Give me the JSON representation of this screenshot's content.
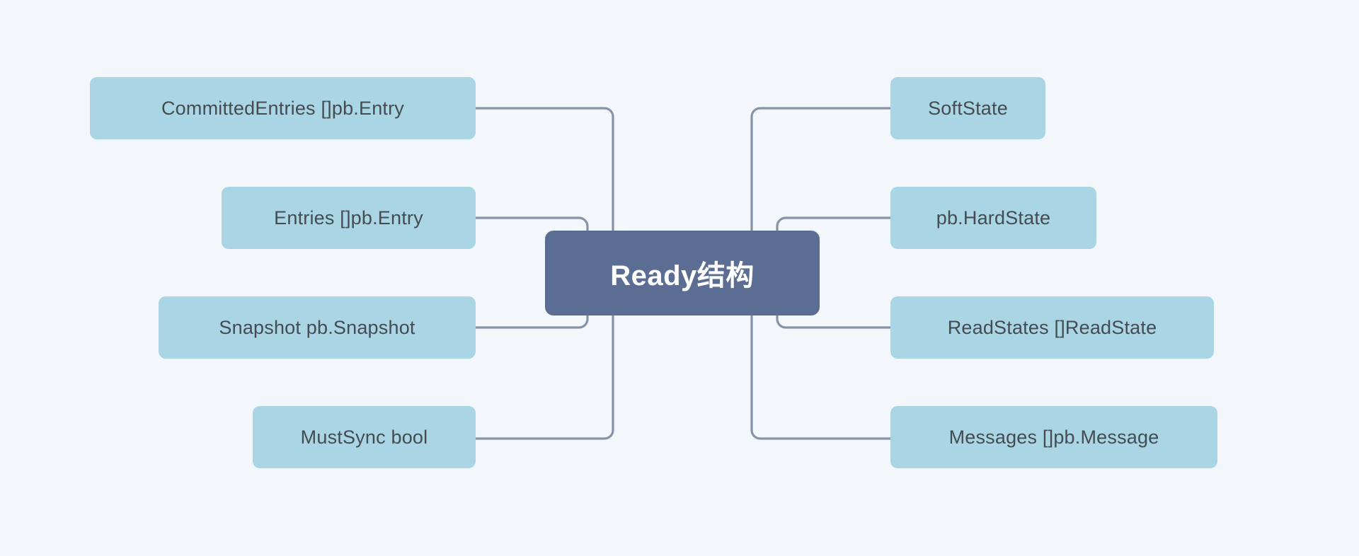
{
  "diagram": {
    "title": "Ready结构",
    "background_color": "#f3f7fc",
    "center": {
      "label": "Ready结构",
      "fill": "#5c6d93",
      "text_color": "#ffffff"
    },
    "leaf_fill": "#a9d5e4",
    "leaf_text_color": "#444c52",
    "connector_color": "#8793a6",
    "left_branches": [
      {
        "label": "CommittedEntries []pb.Entry"
      },
      {
        "label": "Entries []pb.Entry"
      },
      {
        "label": "Snapshot pb.Snapshot"
      },
      {
        "label": "MustSync bool"
      }
    ],
    "right_branches": [
      {
        "label": "SoftState"
      },
      {
        "label": "pb.HardState"
      },
      {
        "label": "ReadStates []ReadState"
      },
      {
        "label": "Messages []pb.Message"
      }
    ]
  }
}
